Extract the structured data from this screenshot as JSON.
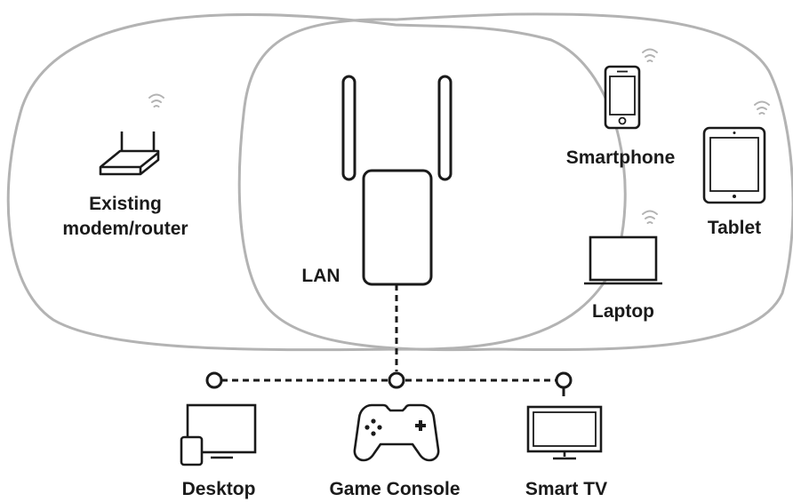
{
  "labels": {
    "router": [
      "Existing",
      "modem/router"
    ],
    "lan": "LAN",
    "smartphone": "Smartphone",
    "tablet": "Tablet",
    "laptop": "Laptop",
    "desktop": "Desktop",
    "game_console": "Game Console",
    "smart_tv": "Smart TV"
  },
  "colors": {
    "line": "#1a1a1a",
    "coverage": "#b3b3b3",
    "wifi": "#b3b3b3",
    "background": "#ffffff"
  },
  "icons": [
    "router-icon",
    "extender-icon",
    "smartphone-icon",
    "tablet-icon",
    "laptop-icon",
    "desktop-icon",
    "gamepad-icon",
    "tv-icon",
    "wifi-icon"
  ]
}
